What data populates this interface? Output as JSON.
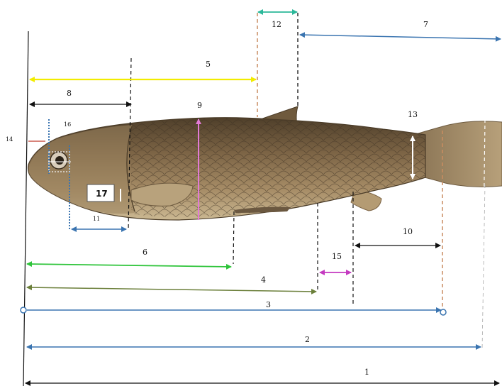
{
  "diagram": {
    "labels": {
      "m1": "1",
      "m2": "2",
      "m3": "3",
      "m4": "4",
      "m5": "5",
      "m6": "6",
      "m7": "7",
      "m8": "8",
      "m9": "9",
      "m10": "10",
      "m11": "11",
      "m12": "12",
      "m13": "13",
      "m14": "14",
      "m15": "15",
      "m16": "16",
      "m17": "17"
    },
    "colors": {
      "m1": "#111111",
      "m2": "#3a74b0",
      "m3": "#3a74b0",
      "m4": "#6b7f3a",
      "m5": "#f2ec00",
      "m6": "#2ec43a",
      "m7": "#3a74b0",
      "m8": "#111111",
      "m9": "#e27ad6",
      "m10": "#111111",
      "m11": "#3a74b0",
      "m12": "#2bb89a",
      "m13": "#ffffff",
      "m14": "#c0392b",
      "m15": "#c43ac0",
      "fish_body": "#8a7150",
      "fish_back": "#5e4b33",
      "fish_belly": "#c2ab84"
    }
  }
}
